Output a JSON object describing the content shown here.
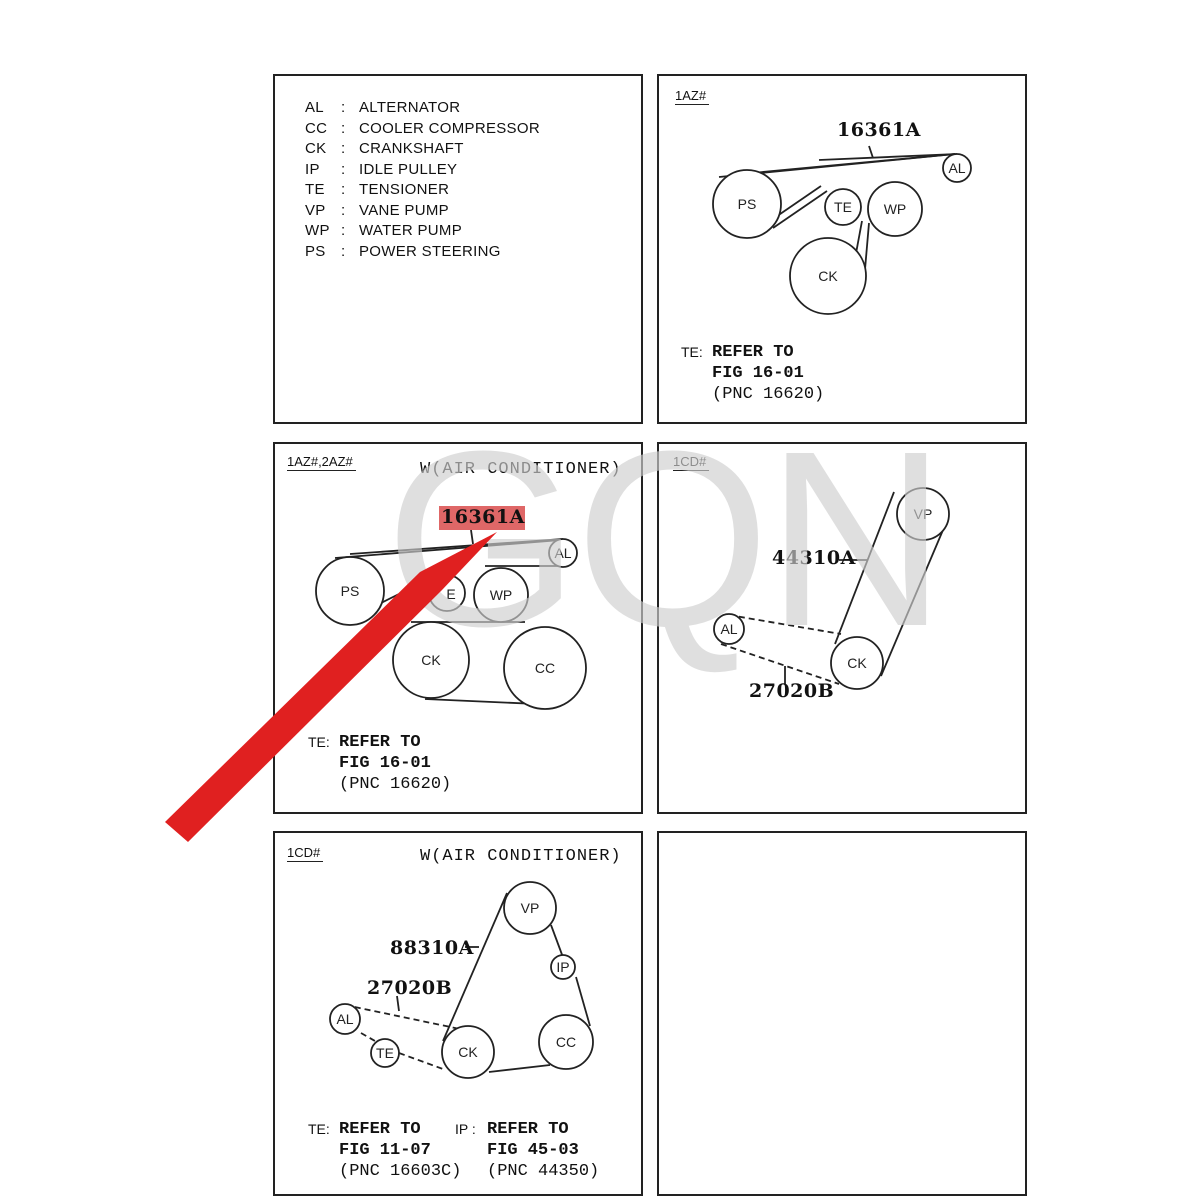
{
  "legend": [
    {
      "code": "AL",
      "name": "ALTERNATOR"
    },
    {
      "code": "CC",
      "name": "COOLER COMPRESSOR"
    },
    {
      "code": "CK",
      "name": "CRANKSHAFT"
    },
    {
      "code": "IP",
      "name": "IDLE PULLEY"
    },
    {
      "code": "TE",
      "name": "TENSIONER"
    },
    {
      "code": "VP",
      "name": "VANE PUMP"
    },
    {
      "code": "WP",
      "name": "WATER PUMP"
    },
    {
      "code": "PS",
      "name": "POWER STEERING"
    }
  ],
  "legend_colon": ":",
  "watermark": "GQN",
  "panels": {
    "p1az": {
      "tag": "1AZ#",
      "part": "16361A",
      "pulleys": {
        "ps": "PS",
        "al": "AL",
        "te": "TE",
        "wp": "WP",
        "ck": "CK"
      },
      "note_label": "TE:",
      "ref": [
        "REFER TO",
        "FIG 16-01",
        "(PNC 16620)"
      ]
    },
    "p2az": {
      "tag": "1AZ#,2AZ#",
      "condition": "W(AIR CONDITIONER)",
      "part": "16361A",
      "pulleys": {
        "ps": "PS",
        "al": "AL",
        "te": "E",
        "wp": "WP",
        "ck": "CK",
        "cc": "CC"
      },
      "note_label": "TE:",
      "ref": [
        "REFER TO",
        "FIG 16-01",
        "(PNC 16620)"
      ],
      "highlight_color": "#d94c4c",
      "arrow_color": "#e02020"
    },
    "p1cd": {
      "tag": "1CD#",
      "part_upper": "44310A",
      "part_lower": "27020B",
      "pulleys": {
        "vp": "VP",
        "al": "AL",
        "ck": "CK"
      }
    },
    "p1cd_ac": {
      "tag": "1CD#",
      "condition": "W(AIR CONDITIONER)",
      "part_upper": "88310A",
      "part_lower": "27020B",
      "pulleys": {
        "vp": "VP",
        "ip": "IP",
        "al": "AL",
        "te": "TE",
        "ck": "CK",
        "cc": "CC"
      },
      "note1_label": "TE:",
      "ref1": [
        "REFER TO",
        "FIG 11-07",
        "(PNC 16603C)"
      ],
      "note2_label": "IP :",
      "ref2": [
        "REFER TO",
        "FIG 45-03",
        "(PNC 44350)"
      ]
    }
  }
}
